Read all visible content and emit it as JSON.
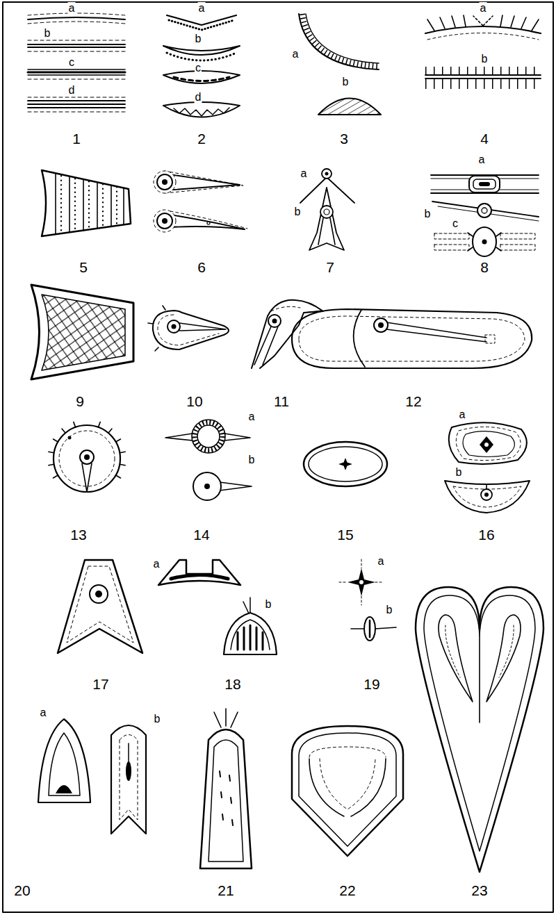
{
  "diagram": {
    "labels": [
      "a",
      "b",
      "c",
      "d",
      "1",
      "a",
      "b",
      "c",
      "d",
      "2",
      "a",
      "b",
      "3",
      "a",
      "b",
      "4",
      "5",
      "6",
      "a",
      "b",
      "7",
      "a",
      "b",
      "c",
      "8",
      "9",
      "10",
      "11",
      "12",
      "13",
      "a",
      "b",
      "14",
      "15",
      "a",
      "b",
      "16",
      "17",
      "a",
      "b",
      "18",
      "a",
      "b",
      "19",
      "a",
      "b",
      "20",
      "21",
      "22",
      "23"
    ]
  }
}
